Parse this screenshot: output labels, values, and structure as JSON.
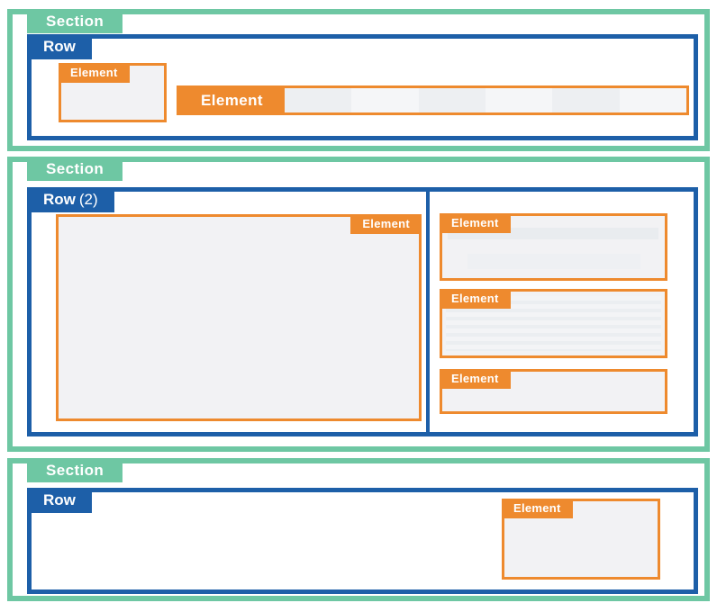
{
  "colors": {
    "green": "#6ec7a3",
    "blue": "#1d5fa8",
    "orange": "#ee8a2e",
    "fill": "#f2f2f4"
  },
  "sections": [
    {
      "label": "Section",
      "row_label": "Row",
      "elements": [
        {
          "label": "Element"
        },
        {
          "label": "Element"
        }
      ]
    },
    {
      "label": "Section",
      "row_label": "Row",
      "row_count": "(2)",
      "elements": [
        {
          "label": "Element"
        },
        {
          "label": "Element"
        },
        {
          "label": "Element"
        },
        {
          "label": "Element"
        }
      ]
    },
    {
      "label": "Section",
      "row_label": "Row",
      "elements": [
        {
          "label": "Element"
        }
      ]
    }
  ]
}
